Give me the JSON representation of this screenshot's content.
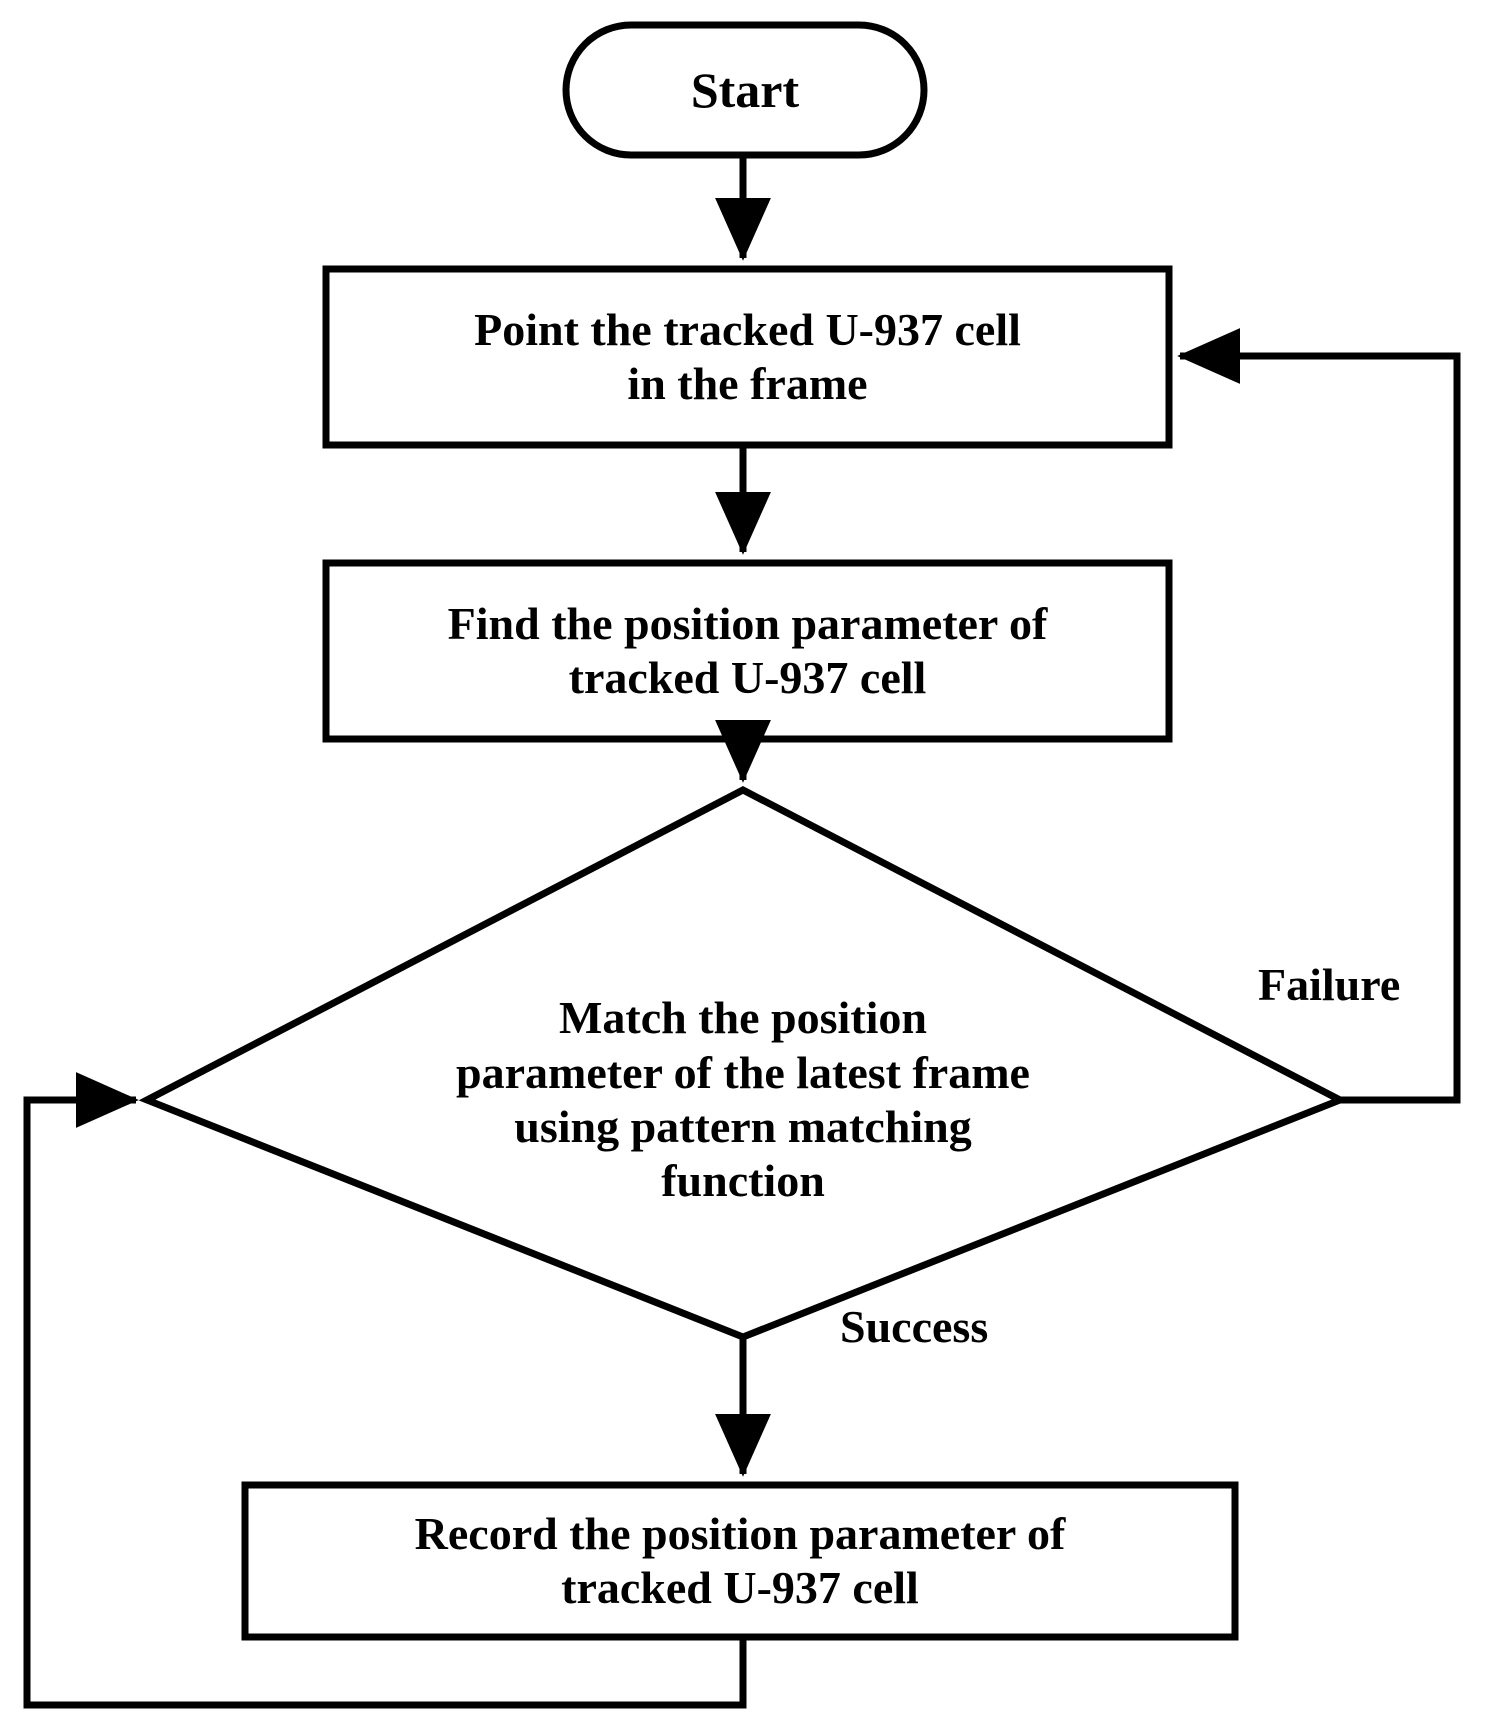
{
  "diagram": {
    "title": "U-937 cell tracking flowchart",
    "background_color": "#ffffff",
    "stroke_color": "#000000",
    "nodes": [
      {
        "id": "start",
        "shape": "terminator",
        "label": "Start"
      },
      {
        "id": "point",
        "shape": "process",
        "label": "Point the tracked U-937 cell\nin the frame"
      },
      {
        "id": "find",
        "shape": "process",
        "label": "Find the position parameter of\ntracked U-937 cell"
      },
      {
        "id": "match",
        "shape": "decision",
        "label": "Match the position\nparameter of the latest frame\nusing pattern matching\nfunction"
      },
      {
        "id": "record",
        "shape": "process",
        "label": "Record the position parameter of\ntracked U-937 cell"
      }
    ],
    "edges": [
      {
        "from": "start",
        "to": "point",
        "label": ""
      },
      {
        "from": "point",
        "to": "find",
        "label": ""
      },
      {
        "from": "find",
        "to": "match",
        "label": ""
      },
      {
        "from": "match",
        "to": "point",
        "label": "Failure"
      },
      {
        "from": "match",
        "to": "record",
        "label": "Success"
      },
      {
        "from": "record",
        "to": "match",
        "label": ""
      }
    ],
    "edge_labels": {
      "failure": "Failure",
      "success": "Success"
    }
  }
}
